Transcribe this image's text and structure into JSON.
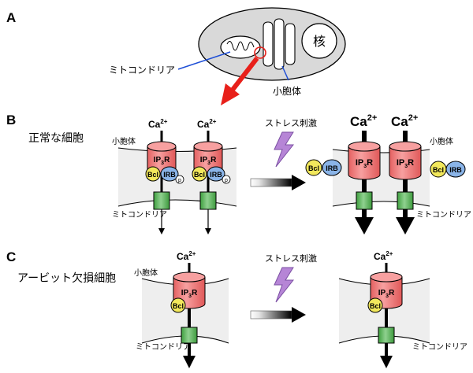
{
  "panels": {
    "a": "A",
    "b": "B",
    "c": "C"
  },
  "cell": {
    "mitochondria_label": "ミトコンドリア",
    "nucleus_label": "核",
    "er_label": "小胞体"
  },
  "panel_b": {
    "title": "正常な細胞",
    "er_label": "小胞体",
    "mito_label": "ミトコンドリア",
    "stress_label": "ストレス刺激",
    "ca_base": "Ca",
    "ca_sup": "2+",
    "ip3r_base": "IP",
    "ip3r_sub": "3",
    "ip3r_end": "R",
    "bcl": "Bcl",
    "irb": "IRB",
    "p": "p"
  },
  "panel_c": {
    "title": "アービット欠損細胞",
    "er_label": "小胞体",
    "mito_label": "ミトコンドリア",
    "stress_label": "ストレス刺激"
  },
  "colors": {
    "cell_fill": "#d9d9d9",
    "membrane_fill": "#eeeeee",
    "ip3r": "#f08080",
    "bcl": "#f2e85c",
    "irb": "#8ab4e8",
    "mito_channel": "#5cb85c",
    "red_arrow": "#e8201a",
    "lightning": "#b685d6",
    "leader_line": "#1f4fd6"
  }
}
